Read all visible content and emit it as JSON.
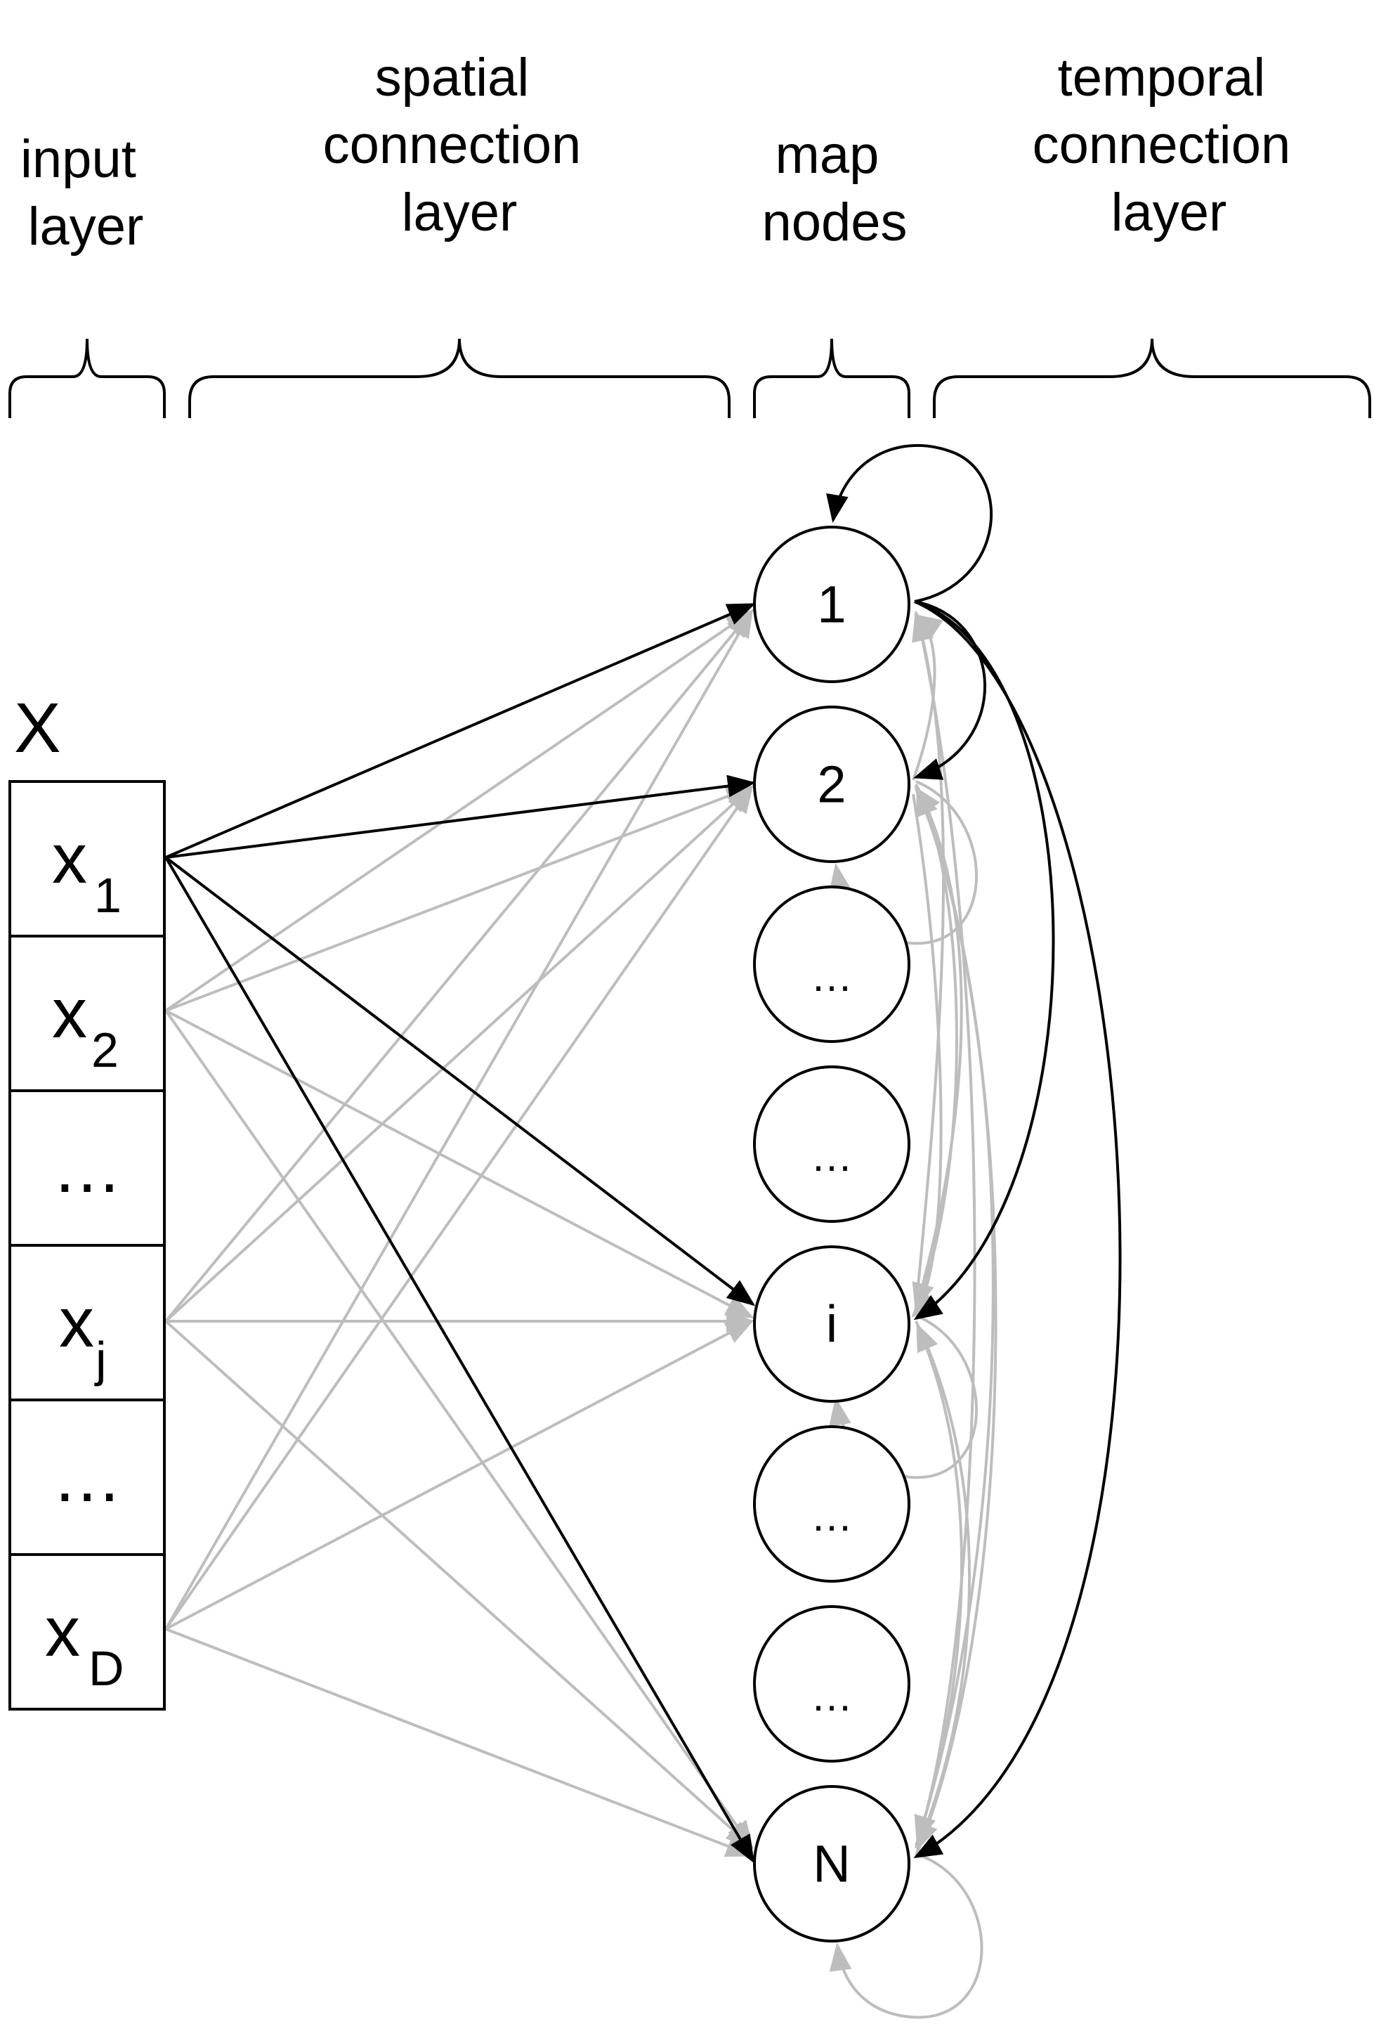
{
  "headers": {
    "input_layer": [
      "input",
      "layer"
    ],
    "spatial_layer": [
      "spatial",
      "connection",
      "layer"
    ],
    "map_nodes": [
      "map",
      "nodes"
    ],
    "temporal_layer": [
      "temporal",
      "connection",
      "layer"
    ]
  },
  "input_vector": {
    "label": "X",
    "cells": [
      {
        "main": "x",
        "sub": "1"
      },
      {
        "main": "x",
        "sub": "2"
      },
      {
        "main": "…",
        "sub": ""
      },
      {
        "main": "x",
        "sub": "j"
      },
      {
        "main": "…",
        "sub": ""
      },
      {
        "main": "x",
        "sub": "D"
      }
    ]
  },
  "map_nodes": [
    "1",
    "2",
    "…",
    "…",
    "i",
    "…",
    "…",
    "N"
  ],
  "colors": {
    "highlight_connection": "#000000",
    "other_connection": "#bdbdbd"
  }
}
